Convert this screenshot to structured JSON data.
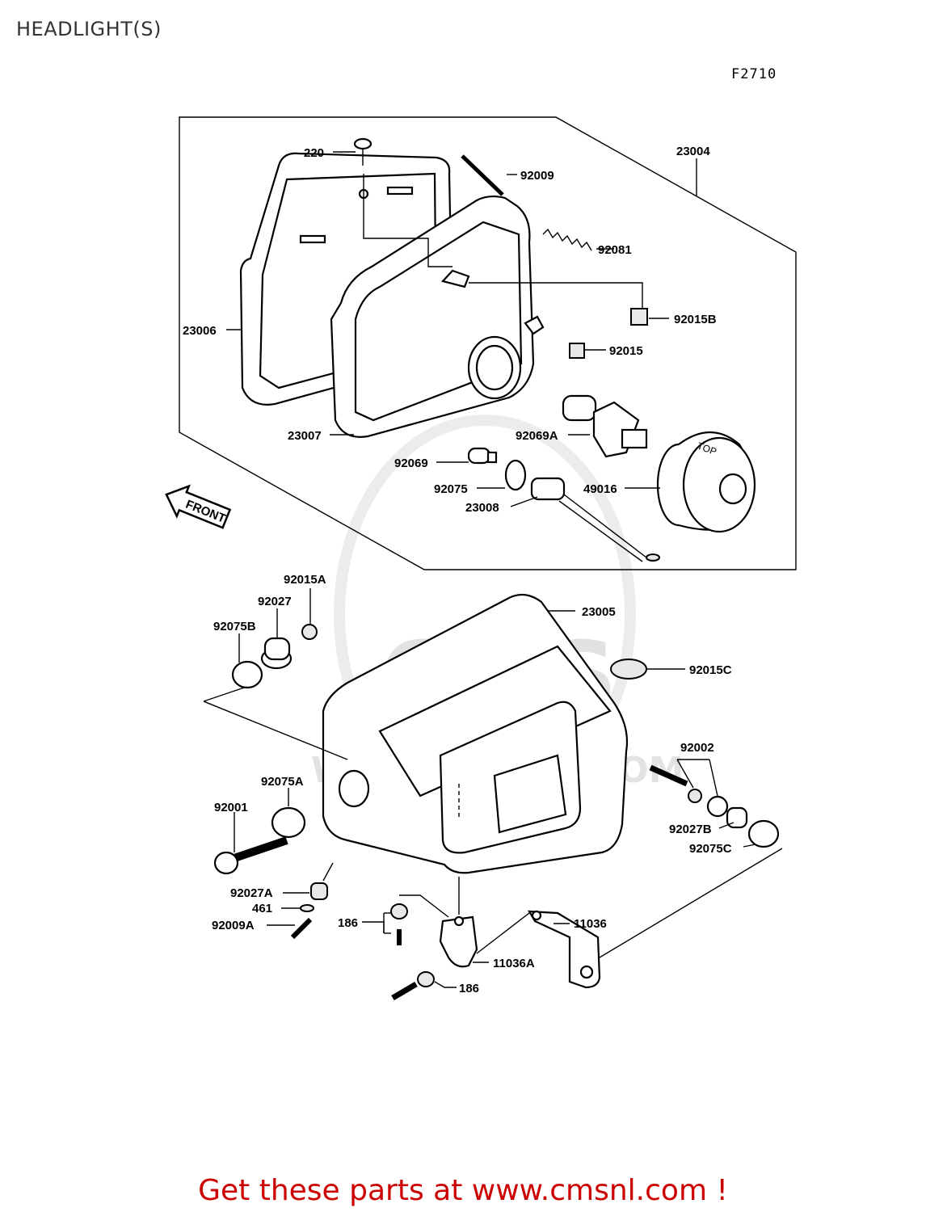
{
  "page": {
    "title": "HEADLIGHT(S)",
    "figure_code": "F2710",
    "footer_text": "Get these parts at www.cmsnl.com !"
  },
  "watermark": {
    "brand": "CMS",
    "url": "WWW.CMSNL.COM"
  },
  "direction_marker": "FRONT",
  "labels": {
    "p220": "220",
    "p23004": "23004",
    "p92009": "92009",
    "p92081": "92081",
    "p92015B": "92015B",
    "p23006": "23006",
    "p92015": "92015",
    "p23007": "23007",
    "p92069A": "92069A",
    "p92069": "92069",
    "p92075": "92075",
    "p49016": "49016",
    "p23008": "23008",
    "p92015A": "92015A",
    "p92027": "92027",
    "p92075B": "92075B",
    "p23005": "23005",
    "p92015C": "92015C",
    "p92002": "92002",
    "p92075A": "92075A",
    "p92001": "92001",
    "p92027B": "92027B",
    "p92075C": "92075C",
    "p92027A": "92027A",
    "p461": "461",
    "p92009A": "92009A",
    "p186a": "186",
    "p11036": "11036",
    "p11036A": "11036A",
    "p186b": "186"
  }
}
